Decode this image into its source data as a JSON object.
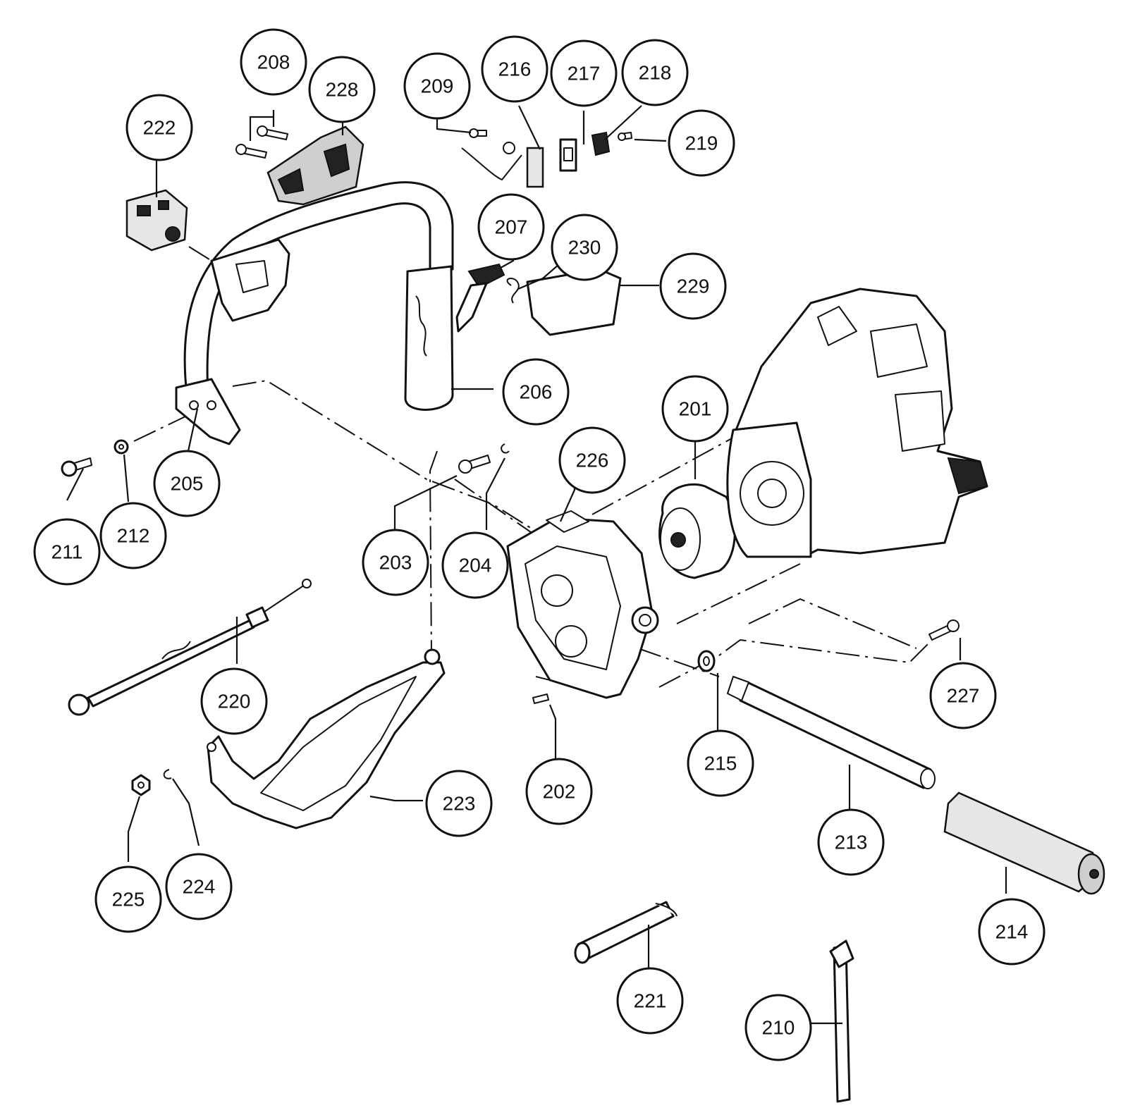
{
  "colors": {
    "ink": "#111111",
    "paper": "#ffffff"
  },
  "callouts": [
    {
      "id": "201",
      "label": "201"
    },
    {
      "id": "202",
      "label": "202"
    },
    {
      "id": "203",
      "label": "203"
    },
    {
      "id": "204",
      "label": "204"
    },
    {
      "id": "205",
      "label": "205"
    },
    {
      "id": "206",
      "label": "206"
    },
    {
      "id": "207",
      "label": "207"
    },
    {
      "id": "208",
      "label": "208"
    },
    {
      "id": "209",
      "label": "209"
    },
    {
      "id": "210",
      "label": "210"
    },
    {
      "id": "211",
      "label": "211"
    },
    {
      "id": "212",
      "label": "212"
    },
    {
      "id": "213",
      "label": "213"
    },
    {
      "id": "214",
      "label": "214"
    },
    {
      "id": "215",
      "label": "215"
    },
    {
      "id": "216",
      "label": "216"
    },
    {
      "id": "217",
      "label": "217"
    },
    {
      "id": "218",
      "label": "218"
    },
    {
      "id": "219",
      "label": "219"
    },
    {
      "id": "220",
      "label": "220"
    },
    {
      "id": "221",
      "label": "221"
    },
    {
      "id": "222",
      "label": "222"
    },
    {
      "id": "223",
      "label": "223"
    },
    {
      "id": "224",
      "label": "224"
    },
    {
      "id": "225",
      "label": "225"
    },
    {
      "id": "226",
      "label": "226"
    },
    {
      "id": "227",
      "label": "227"
    },
    {
      "id": "228",
      "label": "228"
    },
    {
      "id": "229",
      "label": "229"
    },
    {
      "id": "230",
      "label": "230"
    }
  ]
}
